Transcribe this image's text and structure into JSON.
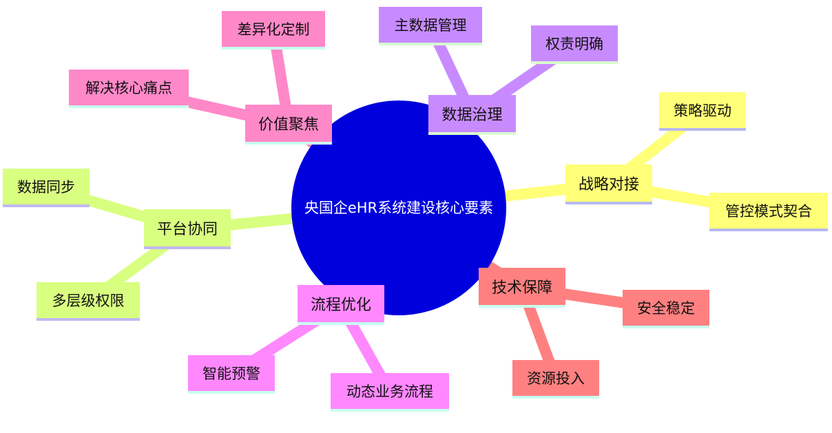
{
  "center": {
    "label": "央国企eHR系统建设核心要素",
    "color": "#0000dc"
  },
  "branches": [
    {
      "id": "value",
      "label": "价值聚焦",
      "color": "#ff88c8",
      "underline": "#c8fff0",
      "children": [
        {
          "id": "pain",
          "label": "解决核心痛点"
        },
        {
          "id": "custom",
          "label": "差异化定制"
        }
      ]
    },
    {
      "id": "data",
      "label": "数据治理",
      "color": "#c88bff",
      "underline": "#d8ffd0",
      "children": [
        {
          "id": "mdm",
          "label": "主数据管理"
        },
        {
          "id": "resp",
          "label": "权责明确"
        }
      ]
    },
    {
      "id": "strategy",
      "label": "战略对接",
      "color": "#ffff78",
      "underline": "#b8b8f0",
      "children": [
        {
          "id": "drive",
          "label": "策略驱动"
        },
        {
          "id": "control",
          "label": "管控模式契合"
        }
      ]
    },
    {
      "id": "tech",
      "label": "技术保障",
      "color": "#ff8080",
      "underline": "#c8fff0",
      "children": [
        {
          "id": "secure",
          "label": "安全稳定"
        },
        {
          "id": "invest",
          "label": "资源投入"
        }
      ]
    },
    {
      "id": "process",
      "label": "流程优化",
      "color": "#ff88ff",
      "underline": "#c8fff0",
      "children": [
        {
          "id": "warn",
          "label": "智能预警"
        },
        {
          "id": "dynamic",
          "label": "动态业务流程"
        }
      ]
    },
    {
      "id": "platform",
      "label": "平台协同",
      "color": "#d8ff80",
      "underline": "#c0b8f0",
      "children": [
        {
          "id": "sync",
          "label": "数据同步"
        },
        {
          "id": "perm",
          "label": "多层级权限"
        }
      ]
    }
  ]
}
